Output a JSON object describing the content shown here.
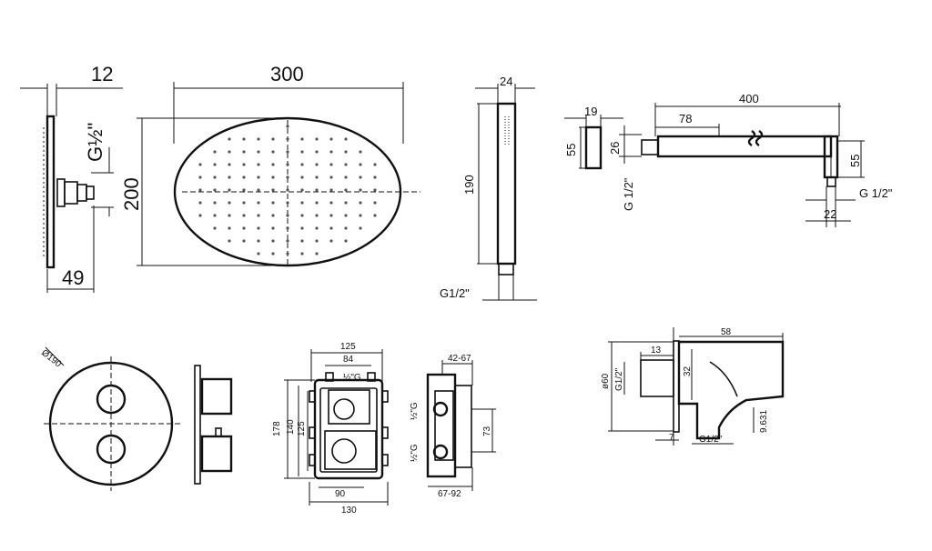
{
  "labels": {
    "d12": "12",
    "d300": "300",
    "d24": "24",
    "g_half_big": "G½\"",
    "d200": "200",
    "d49": "49",
    "d190": "190",
    "g12_hand": "G1/2\"",
    "d400": "400",
    "d19": "19",
    "d78": "78",
    "d55a": "55",
    "d26": "26",
    "d55b": "55",
    "g12_arm": "G 1/2\"",
    "g12_arm_side": "G 1/2\"",
    "d22": "22",
    "phi190": "Ø190",
    "d125": "125",
    "d84": "84",
    "g_half_valve": "½\"G",
    "d178": "178",
    "d140": "140",
    "d125v": "125",
    "d90": "90",
    "d130": "130",
    "d42_67": "42-67",
    "d67_92": "67-92",
    "g_half_s1": "½\"G",
    "g_half_s2": "½\"G",
    "d73": "73",
    "d58": "58",
    "d13": "13",
    "phi60": "ø60",
    "g12_w": "G1/2\"",
    "d32": "32",
    "d9631": "9.631",
    "d7": "7",
    "g12_w2": "G1/2\""
  }
}
